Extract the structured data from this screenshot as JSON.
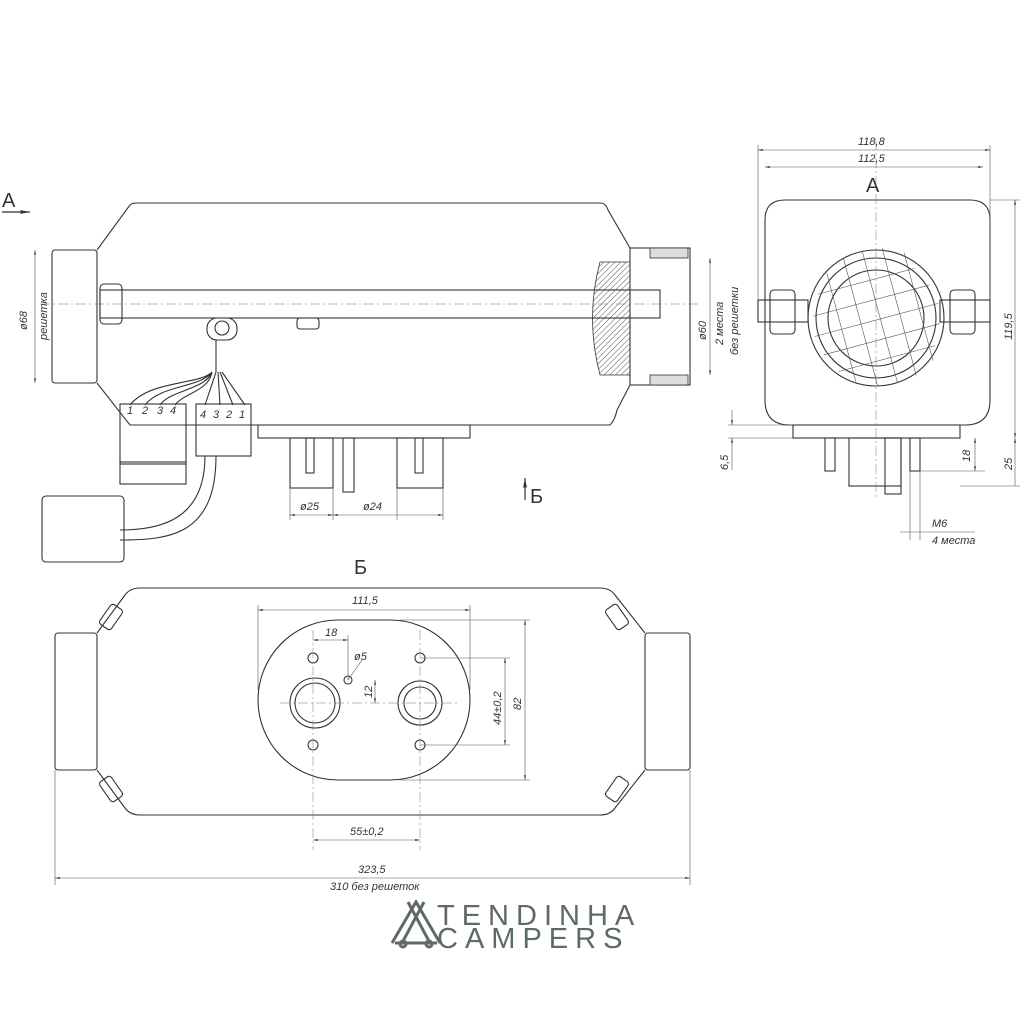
{
  "view_labels": {
    "side_arrow": "A",
    "front_title": "A",
    "bottom_arrow": "Б",
    "bottom_title": "Б"
  },
  "side_view": {
    "grille_diameter": "ø68",
    "grille_note": "решетка",
    "outlet_diameter": "ø60",
    "outlet_note_1": "2 места",
    "outlet_note_2": "без решетки",
    "pipe_1": "ø25",
    "pipe_2": "ø24",
    "connector_a_pins": [
      "1",
      "2",
      "3",
      "4"
    ],
    "connector_b_pins": [
      "4",
      "3",
      "2",
      "1"
    ]
  },
  "front_view": {
    "overall_width": "118,8",
    "body_width": "112,5",
    "height": "119,5",
    "plate_thickness": "6,5",
    "stud_length": "18",
    "pipe_length": "25",
    "thread": "M6",
    "thread_note": "4 места"
  },
  "bottom_view": {
    "plate_width": "111,5",
    "hole_offset": "18",
    "hole_diameter": "ø5",
    "hole_vertical": "12",
    "stud_spacing_v": "44±0,2",
    "plate_height": "82",
    "stud_spacing_h": "55±0,2",
    "overall_length": "323,5",
    "length_note": "310 без решеток"
  },
  "logo": {
    "line1": "TENDINHA",
    "line2": "CAMPERS",
    "color": "#5d6a66"
  }
}
